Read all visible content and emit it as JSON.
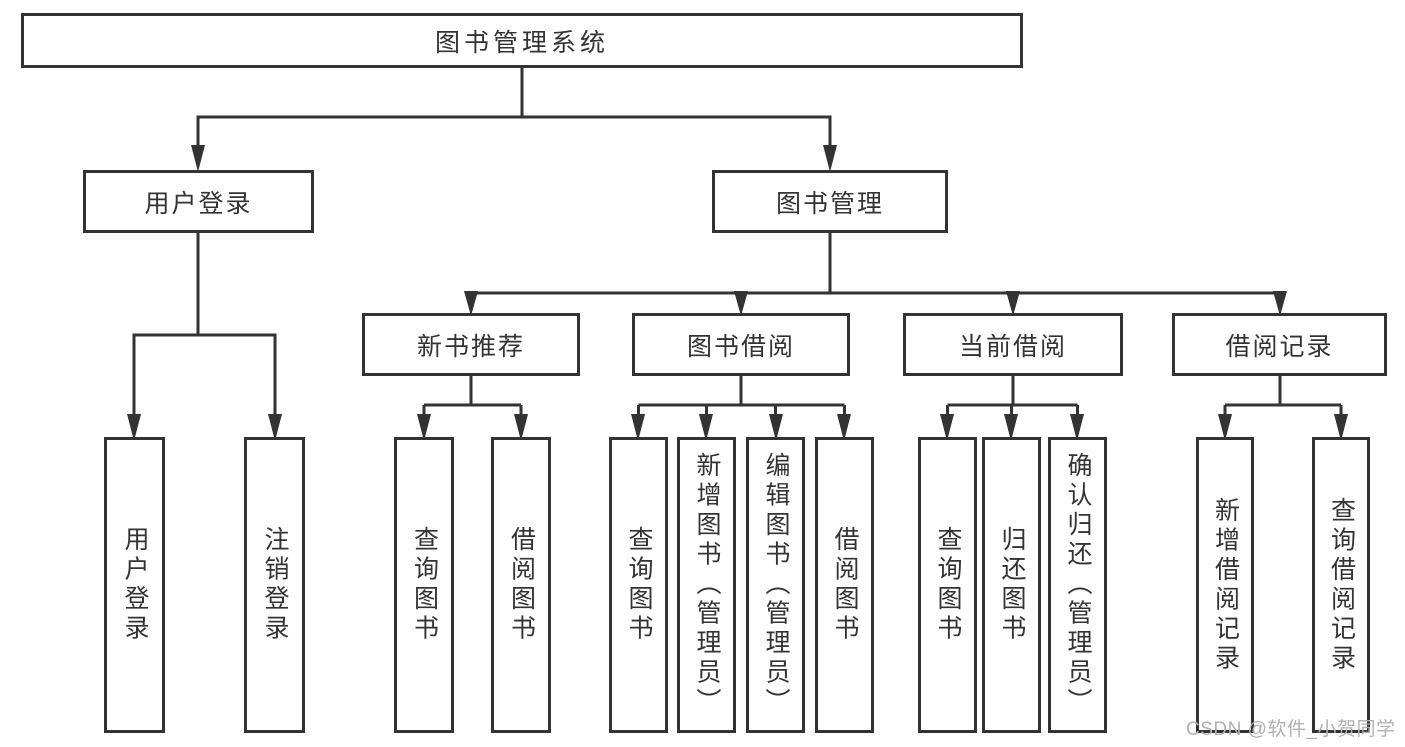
{
  "colors": {
    "line": "#333333",
    "box_border": "#333333",
    "text": "#333333",
    "background": "#ffffff",
    "watermark": "#b0b0b0"
  },
  "diagram": {
    "root": {
      "label": "图书管理系统"
    },
    "branches": [
      {
        "label": "用户登录",
        "children": [
          {
            "label": "用户登录"
          },
          {
            "label": "注销登录"
          }
        ]
      },
      {
        "label": "图书管理",
        "children": [
          {
            "label": "新书推荐",
            "children": [
              {
                "label": "查询图书"
              },
              {
                "label": "借阅图书"
              }
            ]
          },
          {
            "label": "图书借阅",
            "children": [
              {
                "label": "查询图书"
              },
              {
                "label": "新增图书（管理员）"
              },
              {
                "label": "编辑图书（管理员）"
              },
              {
                "label": "借阅图书"
              }
            ]
          },
          {
            "label": "当前借阅",
            "children": [
              {
                "label": "查询图书"
              },
              {
                "label": "归还图书"
              },
              {
                "label": "确认归还（管理员）"
              }
            ]
          },
          {
            "label": "借阅记录",
            "children": [
              {
                "label": "新增借阅记录"
              },
              {
                "label": "查询借阅记录"
              }
            ]
          }
        ]
      }
    ]
  },
  "watermark": {
    "text": "CSDN @软件_小贺同学"
  }
}
